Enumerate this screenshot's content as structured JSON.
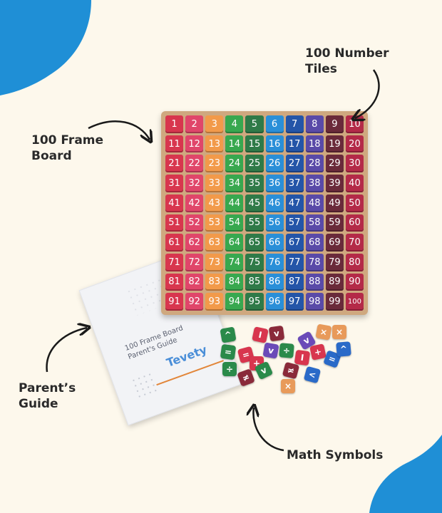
{
  "labels": {
    "tiles": "100 Number\nTiles",
    "board": "100 Frame\nBoard",
    "guide": "Parent’s\nGuide",
    "symbols": "Math Symbols"
  },
  "guide": {
    "title": "100 Frame Board\nParent's Guide",
    "brand": "Tevety"
  },
  "tile_colors": [
    "#d8364e",
    "#e0466a",
    "#f29a4a",
    "#38a84f",
    "#2f7a48",
    "#2a8fd8",
    "#2455a8",
    "#5a4aa8",
    "#6a2a3a",
    "#b42a48"
  ],
  "tile_numbers": [
    1,
    2,
    3,
    4,
    5,
    6,
    7,
    8,
    9,
    10,
    11,
    12,
    13,
    14,
    15,
    16,
    17,
    18,
    19,
    20,
    21,
    22,
    23,
    24,
    25,
    26,
    27,
    28,
    29,
    30,
    31,
    32,
    33,
    34,
    35,
    36,
    37,
    38,
    39,
    40,
    41,
    42,
    43,
    44,
    45,
    46,
    47,
    48,
    49,
    50,
    51,
    52,
    53,
    54,
    55,
    56,
    57,
    58,
    59,
    60,
    61,
    62,
    63,
    64,
    65,
    66,
    67,
    68,
    69,
    70,
    71,
    72,
    73,
    74,
    75,
    76,
    77,
    78,
    79,
    80,
    81,
    82,
    83,
    84,
    85,
    86,
    87,
    88,
    89,
    90,
    91,
    92,
    93,
    94,
    95,
    96,
    97,
    98,
    99,
    100
  ],
  "symbols": [
    {
      "glyph": "^",
      "color": "#2a8a4a"
    },
    {
      "glyph": "=",
      "color": "#2a8a4a"
    },
    {
      "glyph": "÷",
      "color": "#2a8a4a"
    },
    {
      "glyph": "=",
      "color": "#d8364e"
    },
    {
      "glyph": "I",
      "color": "#d8364e"
    },
    {
      "glyph": "+",
      "color": "#d8364e"
    },
    {
      "glyph": "≠",
      "color": "#8a2a3a"
    },
    {
      "glyph": "v",
      "color": "#6a4ab8"
    },
    {
      "glyph": "v",
      "color": "#2a8a4a"
    },
    {
      "glyph": "÷",
      "color": "#2a8a4a"
    },
    {
      "glyph": "≠",
      "color": "#8a2a3a"
    },
    {
      "glyph": "v",
      "color": "#8a2a3a"
    },
    {
      "glyph": "×",
      "color": "#e89a5a"
    },
    {
      "glyph": "v",
      "color": "#6a4ab8"
    },
    {
      "glyph": "×",
      "color": "#e89a5a"
    },
    {
      "glyph": "I",
      "color": "#d8364e"
    },
    {
      "glyph": "+",
      "color": "#d8364e"
    },
    {
      "glyph": "=",
      "color": "#2a6ac8"
    },
    {
      "glyph": "^",
      "color": "#2a6ac8"
    },
    {
      "glyph": "<",
      "color": "#2a6ac8"
    },
    {
      "glyph": "×",
      "color": "#e89a5a"
    }
  ],
  "colors": {
    "background": "#fdf8ec",
    "blob": "#1f8fd6",
    "board": "#cfa87f",
    "arrow": "#1a1a1a"
  }
}
